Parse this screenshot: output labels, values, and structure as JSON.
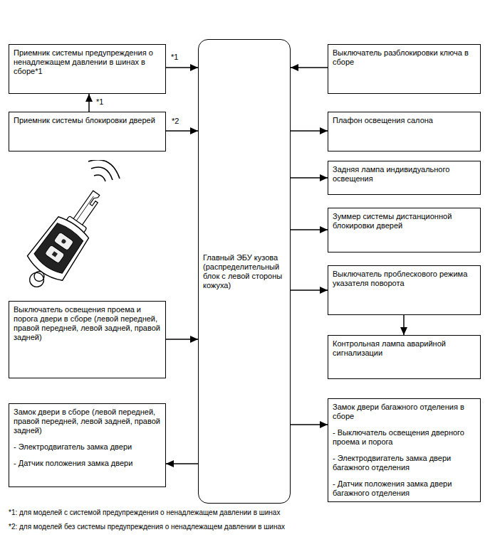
{
  "diagram": {
    "nodes": [
      {
        "text": [
          "Приемник системы предупреждения о ненадлежащем давлении в шинах в сборе*1"
        ]
      },
      {
        "text": [
          "Выключатель разблокировки ключа в сборе"
        ]
      },
      {
        "text": [
          "Приемник системы блокировки дверей"
        ]
      },
      {
        "text": [
          "Главный ЭБУ кузова (распределительный блок с левой стороны кожуха)"
        ]
      },
      {
        "text": [
          "Плафон освещения салона"
        ]
      },
      {
        "text": [
          "Задняя лампа индивидуального освещения"
        ]
      },
      {
        "text": [
          "Зуммер системы дистанционной блокировки дверей"
        ]
      },
      {
        "text": [
          "Выключатель освещения проема и порога двери в сборе (левой передней, правой передней, левой задней, правой задней)"
        ]
      },
      {
        "text": [
          "Выключатель проблескового режима указателя поворота"
        ]
      },
      {
        "text": [
          "Контрольная лампа аварийной сигнализации"
        ]
      },
      {
        "text": [
          "Замок двери в сборе (левой передней, правой передней, левой задней, правой задней)",
          "- Электродвигатель замка двери",
          "- Датчик положения замка двери"
        ]
      },
      {
        "text": [
          "Замок двери багажного отделения в сборе",
          "- Выключатель освещения дверного проема и порога",
          "- Электродвигатель замка двери багажного отделения",
          "- Датчик положения замка двери багажного отделения"
        ]
      }
    ],
    "edges": [
      {
        "from": 0,
        "to": 3,
        "arrow": "to",
        "label": "*1"
      },
      {
        "from": 2,
        "to": 0,
        "arrow": "to",
        "label": "*1"
      },
      {
        "from": 2,
        "to": 3,
        "arrow": "to",
        "label": "*2"
      },
      {
        "from": 1,
        "to": 3,
        "arrow": "to"
      },
      {
        "from": 3,
        "to": 4,
        "arrow": "to"
      },
      {
        "from": 3,
        "to": 5,
        "arrow": "to"
      },
      {
        "from": 3,
        "to": 6,
        "arrow": "to"
      },
      {
        "from": 3,
        "to": 8,
        "arrow": "to"
      },
      {
        "from": 8,
        "to": 9,
        "arrow": "to"
      },
      {
        "from": 7,
        "to": 3,
        "arrow": "to"
      },
      {
        "from": 3,
        "to": 10,
        "arrow": "to"
      },
      {
        "from": 3,
        "to": 11,
        "arrow": "to"
      }
    ],
    "labels": [
      "*1: для моделей с системой предупреждения о ненадлежащем давлении в шинах",
      "*2: для моделей без системы предупреждения о ненадлежащем давлении в шинах"
    ]
  }
}
